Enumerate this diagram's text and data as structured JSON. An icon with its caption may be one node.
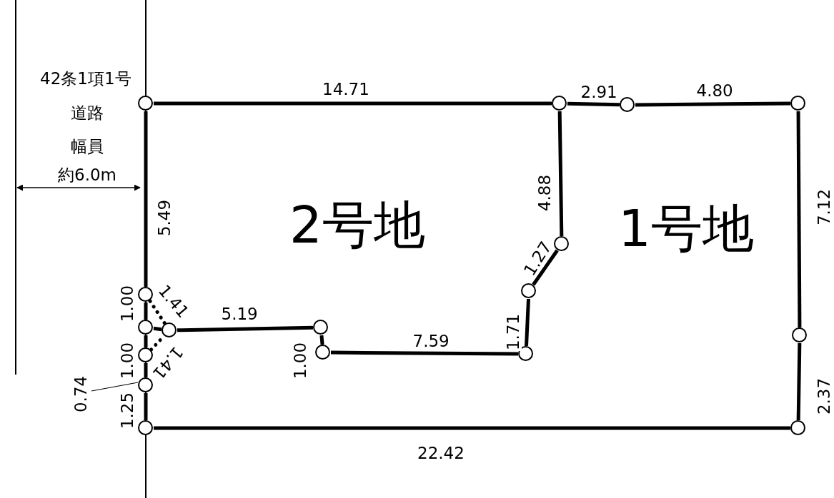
{
  "diagram": {
    "nodes": [
      {
        "text": [],
        "shape": "circle"
      },
      {
        "text": [],
        "shape": "circle"
      },
      {
        "text": [],
        "shape": "circle"
      },
      {
        "text": [],
        "shape": "circle"
      },
      {
        "text": [],
        "shape": "circle"
      },
      {
        "text": [],
        "shape": "circle"
      },
      {
        "text": [],
        "shape": "circle"
      },
      {
        "text": [],
        "shape": "circle"
      },
      {
        "text": [],
        "shape": "circle"
      },
      {
        "text": [],
        "shape": "circle"
      },
      {
        "text": [],
        "shape": "circle"
      },
      {
        "text": [],
        "shape": "circle"
      },
      {
        "text": [],
        "shape": "circle"
      },
      {
        "text": [],
        "shape": "circle"
      },
      {
        "text": [],
        "shape": "circle"
      },
      {
        "text": [],
        "shape": "circle"
      },
      {
        "text": [],
        "shape": "circle"
      },
      {
        "text": [
          "0.74"
        ]
      }
    ],
    "edges": [
      {
        "from": 0,
        "to": 1,
        "arrow": "none",
        "label": "14.71"
      },
      {
        "from": 1,
        "to": 2,
        "arrow": "none",
        "label": "2.91"
      },
      {
        "from": 2,
        "to": 3,
        "arrow": "none",
        "label": "4.80"
      },
      {
        "from": 3,
        "to": 4,
        "arrow": "none",
        "label": "7.12"
      },
      {
        "from": 4,
        "to": 5,
        "arrow": "none",
        "label": "2.37"
      },
      {
        "from": 5,
        "to": 6,
        "arrow": "none",
        "label": "22.42"
      },
      {
        "from": 6,
        "to": 7,
        "arrow": "none",
        "label": "1.25"
      },
      {
        "from": 7,
        "to": 8,
        "arrow": "none"
      },
      {
        "from": 8,
        "to": 9,
        "arrow": "none",
        "label": "1.00"
      },
      {
        "from": 9,
        "to": 10,
        "arrow": "none",
        "label": "1.00"
      },
      {
        "from": 10,
        "to": 0,
        "arrow": "none",
        "label": "5.49"
      },
      {
        "from": 10,
        "to": 11,
        "arrow": "none",
        "label": "1.41",
        "style": "dashed"
      },
      {
        "from": 8,
        "to": 11,
        "arrow": "none",
        "label": "1.41",
        "style": "dashed"
      },
      {
        "from": 9,
        "to": 11,
        "arrow": "none"
      },
      {
        "from": 11,
        "to": 12,
        "arrow": "none",
        "label": "5.19"
      },
      {
        "from": 12,
        "to": 13,
        "arrow": "none",
        "label": "1.00"
      },
      {
        "from": 13,
        "to": 14,
        "arrow": "none",
        "label": "7.59"
      },
      {
        "from": 14,
        "to": 15,
        "arrow": "none",
        "label": "1.71"
      },
      {
        "from": 15,
        "to": 16,
        "arrow": "none",
        "label": "1.27"
      },
      {
        "from": 16,
        "to": 1,
        "arrow": "none",
        "label": "4.88"
      },
      {
        "from": 17,
        "to": 7,
        "arrow": "none"
      }
    ],
    "labels": [
      "42条1項1号",
      "道路",
      "幅員",
      "約6.0m",
      "2号地",
      "1号地"
    ]
  }
}
